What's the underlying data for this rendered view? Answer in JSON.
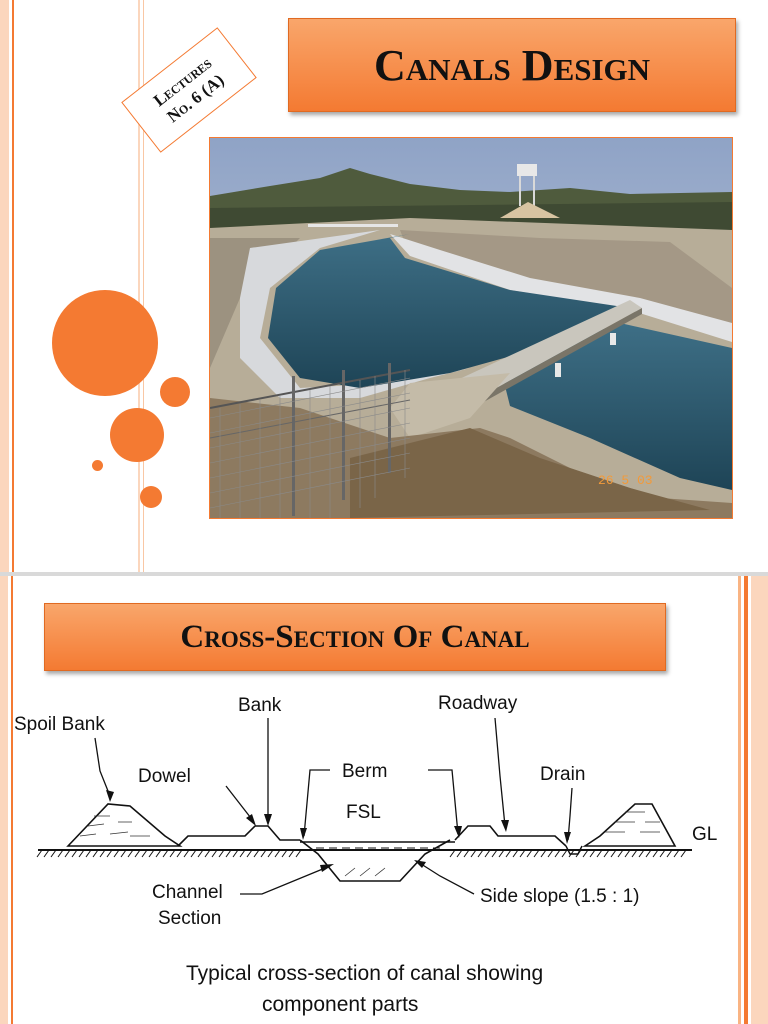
{
  "slide1": {
    "tag_line1": "Lectures",
    "tag_line2": "No. 6 (A)",
    "title": "Canals Design",
    "photo_date": "26 5 03"
  },
  "slide2": {
    "title": "Cross-Section Of Canal",
    "diagram": {
      "labels": {
        "spoil_bank": "Spoil Bank",
        "bank": "Bank",
        "roadway": "Roadway",
        "dowel": "Dowel",
        "berm": "Berm",
        "drain": "Drain",
        "fsl": "FSL",
        "gl": "GL",
        "channel": "Channel",
        "section": "Section",
        "side_slope": "Side slope (1.5 : 1)"
      },
      "caption_line1": "Typical cross-section of canal showing",
      "caption_line2": "component parts"
    }
  },
  "colors": {
    "accent": "#f47a32",
    "accent_light": "#f9a66b",
    "stripe_light": "#fbd6bd"
  }
}
